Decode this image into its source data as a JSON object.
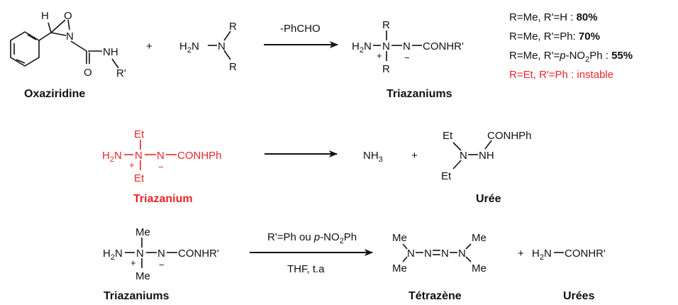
{
  "reaction1": {
    "oxaziridine": {
      "atom_h": "H",
      "atom_o": "O",
      "atom_n": "N",
      "atom_o2": "O",
      "group_nh": "NH",
      "group_r": "R'",
      "label": "Oxaziridine"
    },
    "plus": "+",
    "hydrazine": {
      "h2n": "H2N",
      "n": "N",
      "r_top": "R",
      "r_bottom": "R"
    },
    "arrow_condition": "-PhCHO",
    "product": {
      "r_top": "R",
      "r_bottom": "R",
      "h2n": "H2N",
      "n_center": "N",
      "n_right": "N",
      "tail": "CONHR'",
      "plus_charge": "+",
      "minus_charge": "−",
      "label": "Triazaniums"
    },
    "yields": [
      {
        "prefix": "R=Me, R'=H : ",
        "value": "80%"
      },
      {
        "prefix": "R=Me, R'=Ph: ",
        "value": "70%"
      },
      {
        "prefix": "R=Me, R'=",
        "italic": "p",
        "suffix": "-NO",
        "sub": "2",
        "suffix2": "Ph : ",
        "value": "55%"
      }
    ],
    "unstable_note": "R=Et, R'=Ph : instable"
  },
  "reaction2": {
    "reactant": {
      "et_top": "Et",
      "et_bottom": "Et",
      "h2n": "H2N",
      "n_center": "N",
      "n_right": "N",
      "tail": "CONHPh",
      "plus_charge": "+",
      "minus_charge": "−",
      "label": "Triazanium"
    },
    "product_nh3": "NH3",
    "plus": "+",
    "urea": {
      "et_top": "Et",
      "et_bottom": "Et",
      "n": "N",
      "nh": "NH",
      "tail": "CONHPh",
      "label": "Urée"
    }
  },
  "reaction3": {
    "reactant": {
      "me_top": "Me",
      "me_bottom": "Me",
      "h2n": "H2N",
      "n_center": "N",
      "n_right": "N",
      "tail": "CONHR'",
      "plus_charge": "+",
      "minus_charge": "−",
      "label": "Triazaniums"
    },
    "arrow_top_prefix": "R'=Ph ou ",
    "arrow_top_italic": "p",
    "arrow_top_suffix": "-NO",
    "arrow_top_sub": "2",
    "arrow_top_suffix2": "Ph",
    "arrow_bottom": "THF, t.a",
    "tetrazene": {
      "me1": "Me",
      "me2": "Me",
      "me3": "Me",
      "me4": "Me",
      "n1": "N",
      "n2": "N",
      "n3": "N",
      "n4": "N",
      "label": "Tétrazène"
    },
    "plus": "+",
    "urea": {
      "h2n": "H2N",
      "tail": "CONHR'",
      "label": "Urées"
    }
  }
}
